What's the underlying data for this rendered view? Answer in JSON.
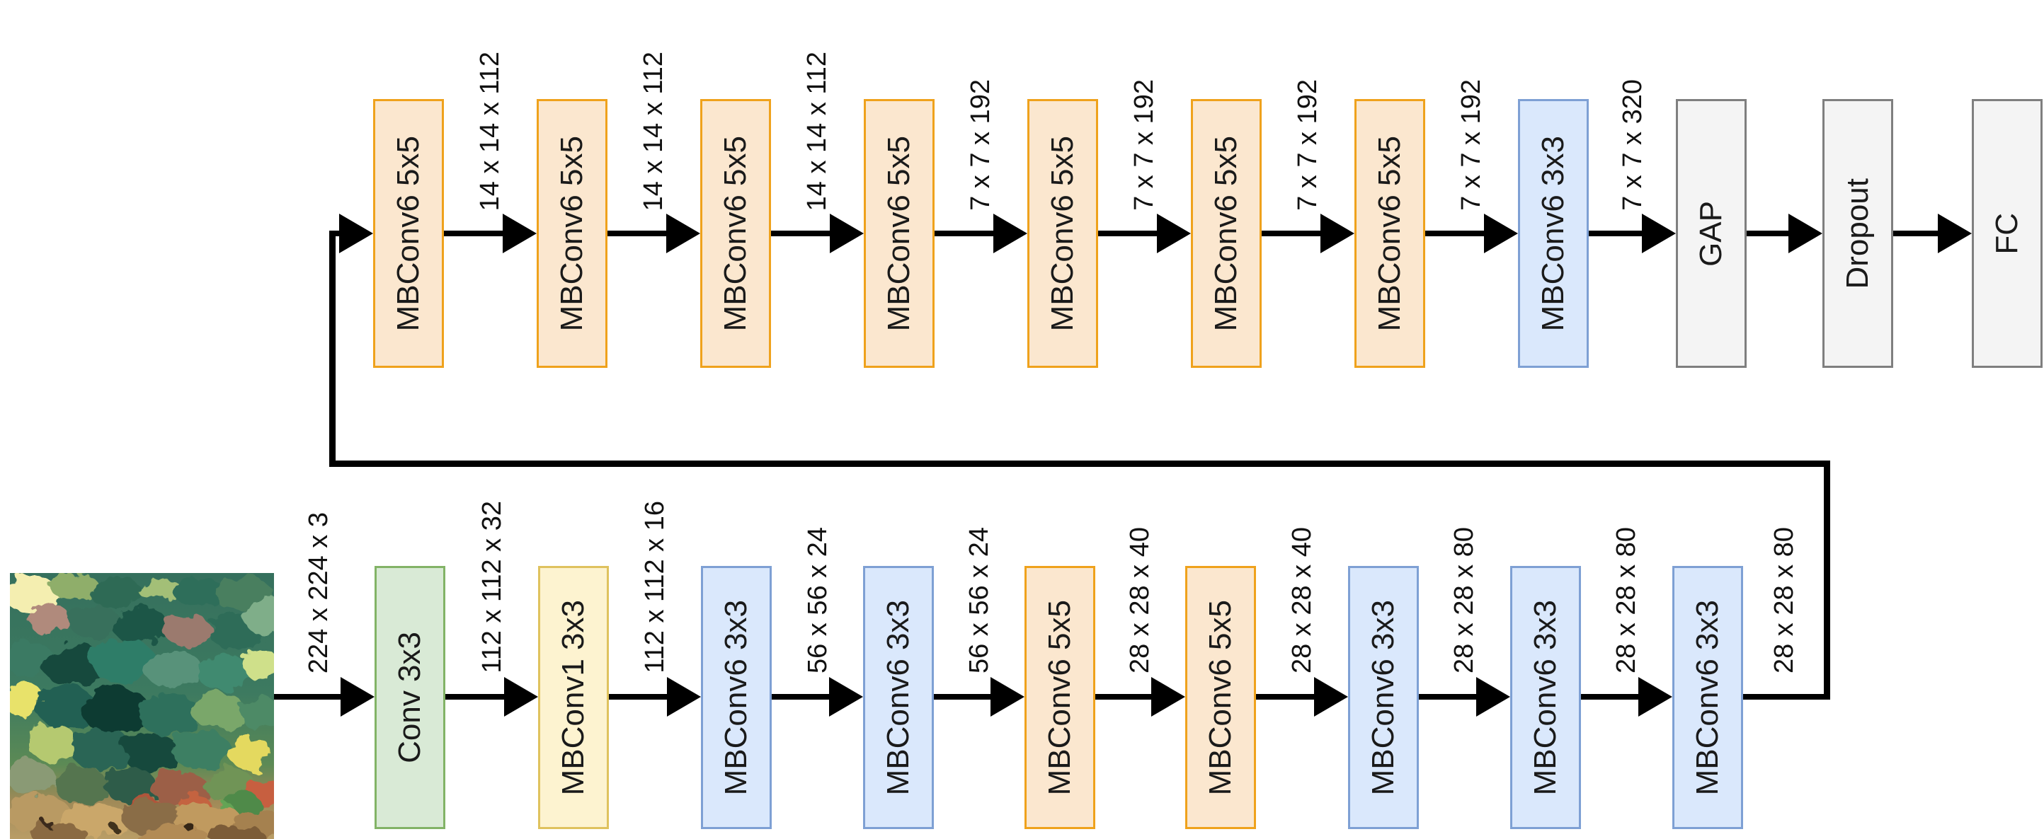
{
  "blocks": {
    "top": [
      {
        "label": "MBConv6 5x5",
        "type": "orange"
      },
      {
        "label": "MBConv6 5x5",
        "type": "orange"
      },
      {
        "label": "MBConv6 5x5",
        "type": "orange"
      },
      {
        "label": "MBConv6 5x5",
        "type": "orange"
      },
      {
        "label": "MBConv6 5x5",
        "type": "orange"
      },
      {
        "label": "MBConv6 5x5",
        "type": "orange"
      },
      {
        "label": "MBConv6 5x5",
        "type": "orange"
      },
      {
        "label": "MBConv6 3x3",
        "type": "blue"
      },
      {
        "label": "GAP",
        "type": "gray"
      },
      {
        "label": "Dropout",
        "type": "gray"
      },
      {
        "label": "FC",
        "type": "gray"
      }
    ],
    "bottom": [
      {
        "label": "Conv 3x3",
        "type": "green"
      },
      {
        "label": "MBConv1 3x3",
        "type": "yellow"
      },
      {
        "label": "MBConv6 3x3",
        "type": "blue"
      },
      {
        "label": "MBConv6 3x3",
        "type": "blue"
      },
      {
        "label": "MBConv6 5x5",
        "type": "orange"
      },
      {
        "label": "MBConv6 5x5",
        "type": "orange"
      },
      {
        "label": "MBConv6 3x3",
        "type": "blue"
      },
      {
        "label": "MBConv6 3x3",
        "type": "blue"
      },
      {
        "label": "MBConv6 3x3",
        "type": "blue"
      }
    ]
  },
  "dims": {
    "top": [
      "14 x 14 x 112",
      "14 x 14 x 112",
      "14 x 14 x 112",
      "7 x 7 x 192",
      "7 x 7 x 192",
      "7 x 7 x 192",
      "7 x 7 x 192",
      "7 x 7 x 320"
    ],
    "bottom": [
      "224 x 224 x 3",
      "112 x 112 x 32",
      "112 x 112 x 16",
      "56 x 56 x 24",
      "56 x 56 x 24",
      "28 x 28 x 40",
      "28 x 28 x 40",
      "28 x 28 x 80",
      "28 x 28 x 80",
      "28 x 28 x 80"
    ]
  },
  "colors": {
    "mbconv5x5_fill": "#FBE7CF",
    "mbconv5x5_stroke": "#EFA21C",
    "mbconv3x3_fill": "#DAE8FC",
    "mbconv3x3_stroke": "#7EA0D4",
    "conv_fill": "#D9EAD6",
    "conv_stroke": "#82B366",
    "mbconv1_fill": "#FDF3D0",
    "mbconv1_stroke": "#DFC25E",
    "head_fill": "#F4F4F4",
    "head_stroke": "#7F7F7F",
    "line": "#000000"
  }
}
